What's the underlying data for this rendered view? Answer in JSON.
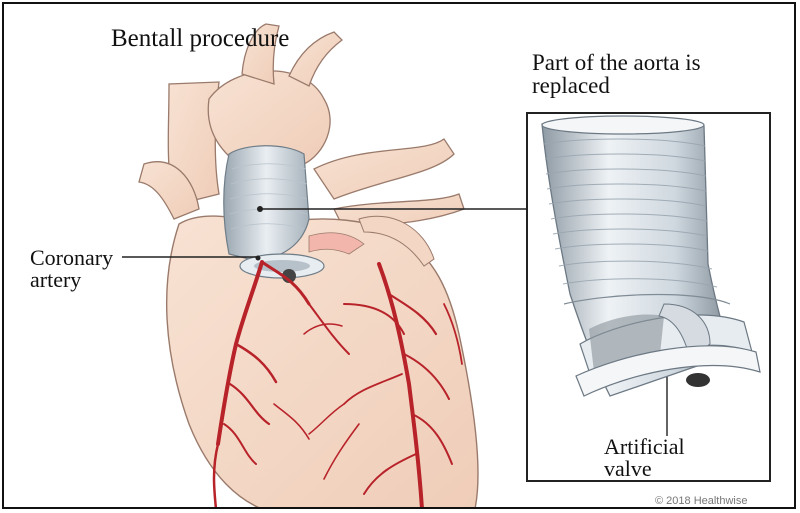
{
  "title": "Bentall procedure",
  "labels": {
    "aorta_line1": "Part of the aorta is",
    "aorta_line2": "replaced",
    "coronary_line1": "Coronary",
    "coronary_line2": "artery",
    "valve_line1": "Artificial",
    "valve_line2": "valve"
  },
  "copyright": "© 2018 Healthwise",
  "colors": {
    "heart_fill": "#f6dccb",
    "vessel": "#b8232a",
    "graft": "#dfe6ec",
    "outline": "#9a7a6b"
  }
}
